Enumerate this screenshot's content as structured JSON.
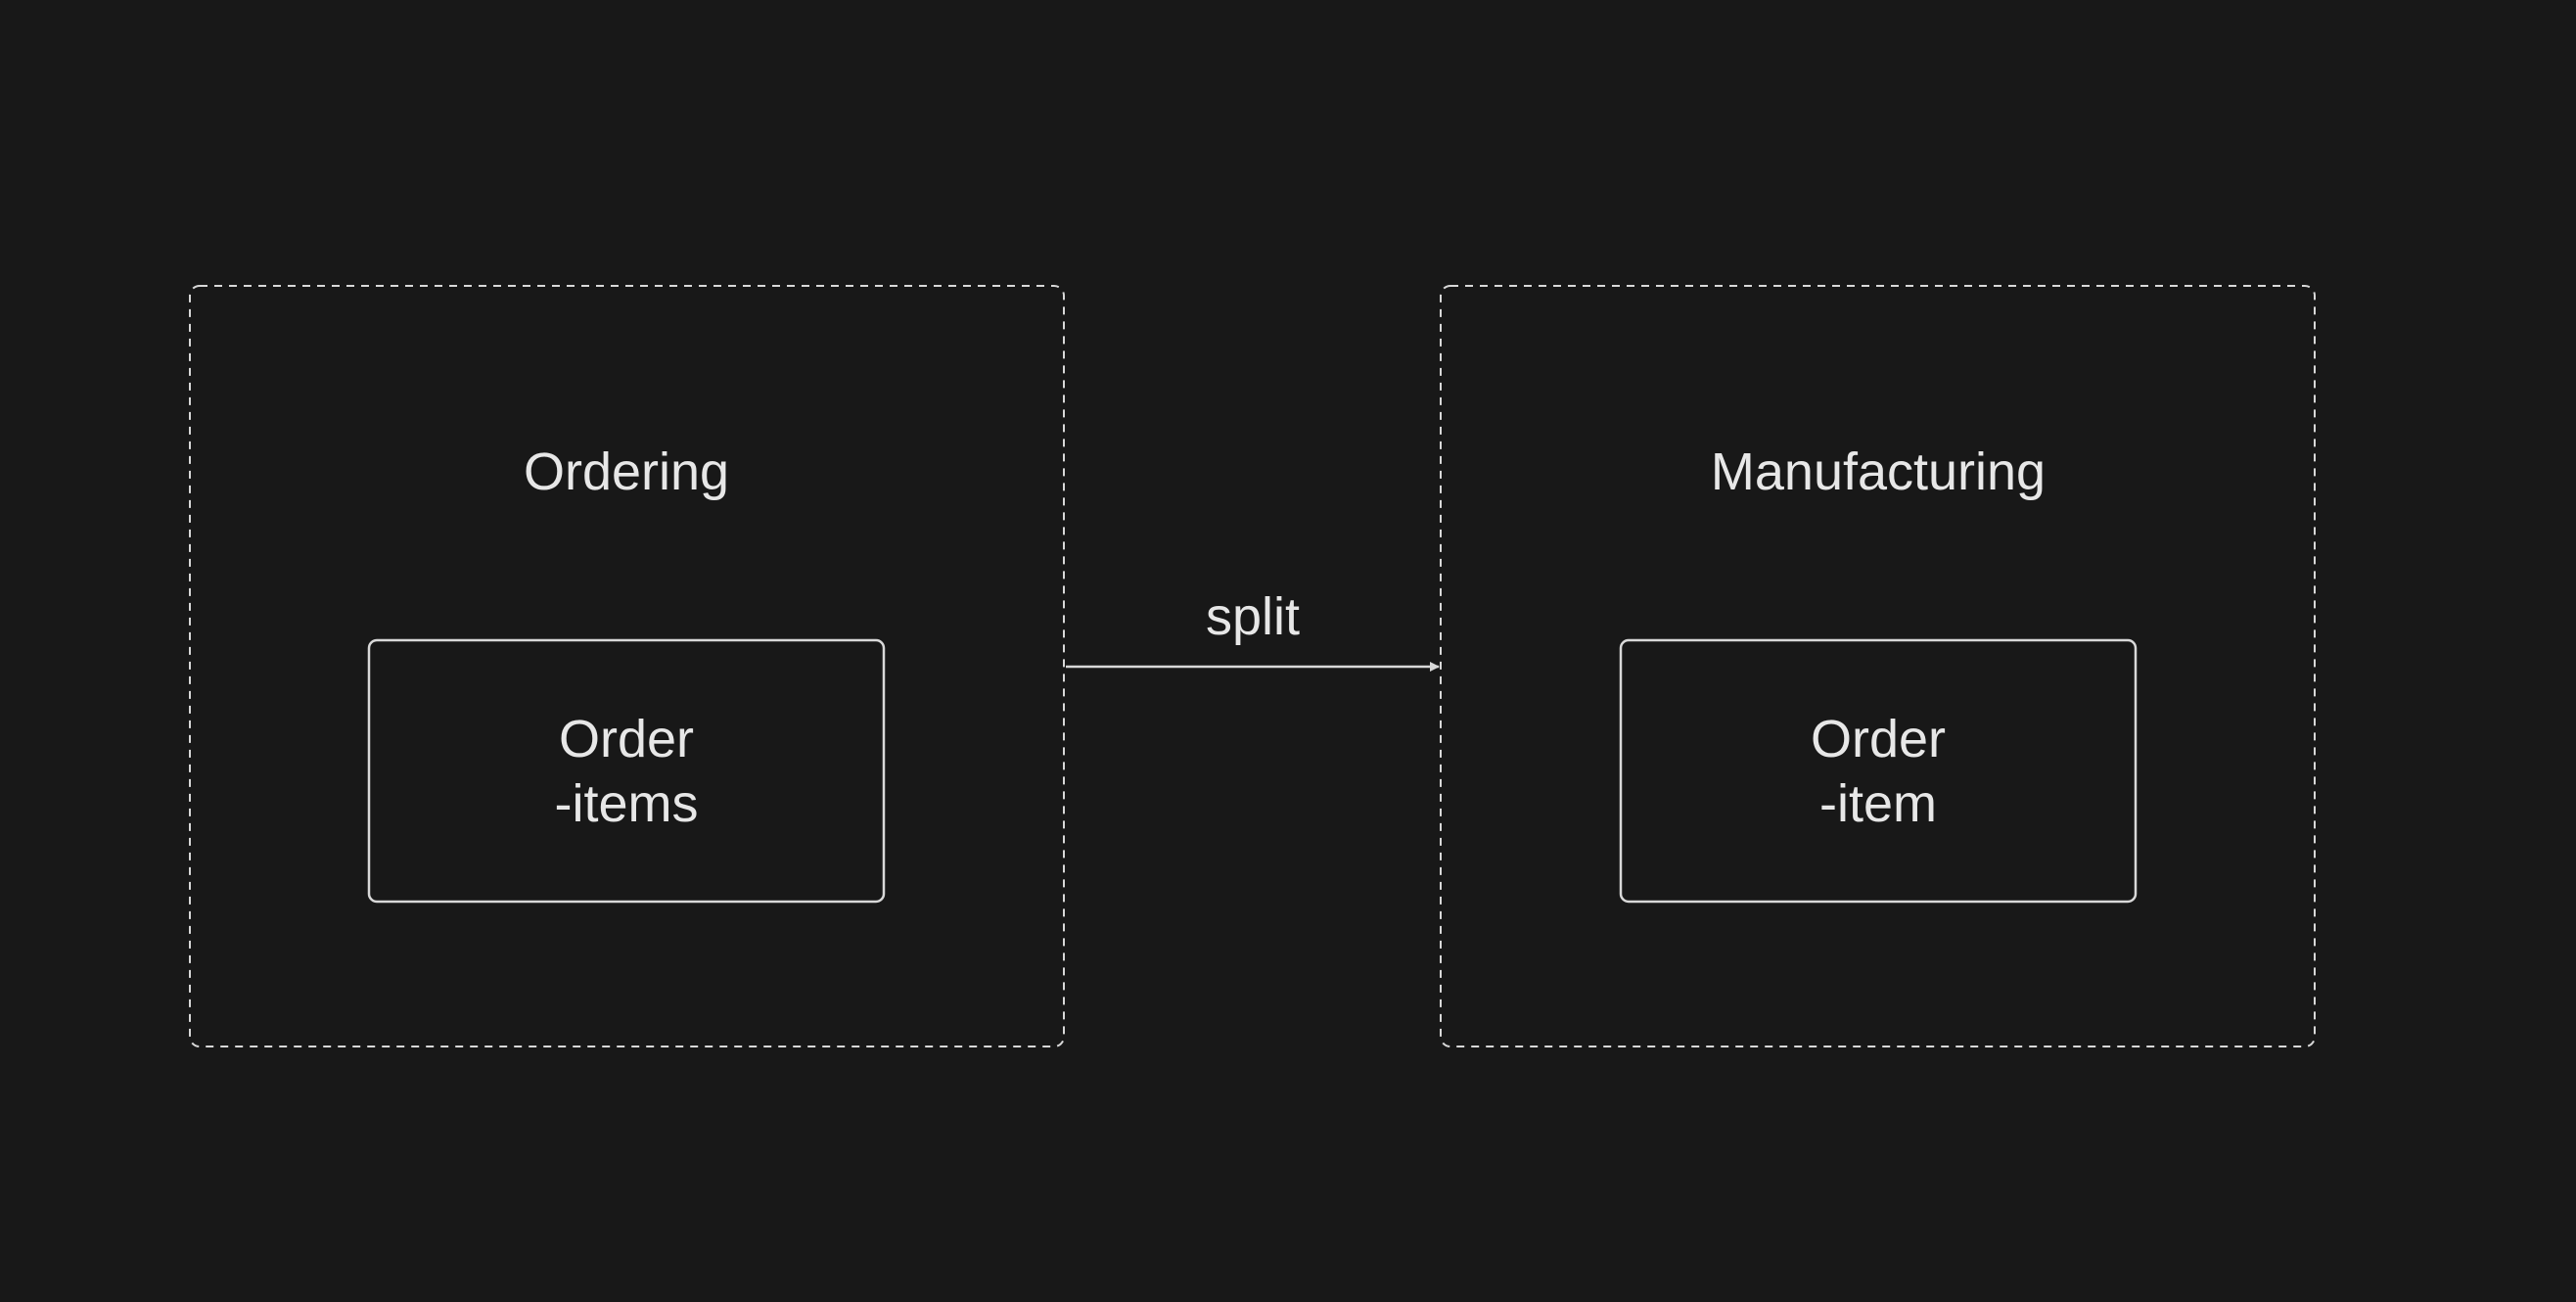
{
  "diagram": {
    "background": "#181818",
    "stroke_color": "#d8d8d8",
    "text_color": "#e7e7e7",
    "contexts": [
      {
        "title": "Ordering",
        "entity": {
          "line1": "Order",
          "line2": "-items"
        }
      },
      {
        "title": "Manufacturing",
        "entity": {
          "line1": "Order",
          "line2": "-item"
        }
      }
    ],
    "relation": {
      "label": "split",
      "from": "Ordering",
      "to": "Manufacturing"
    }
  }
}
